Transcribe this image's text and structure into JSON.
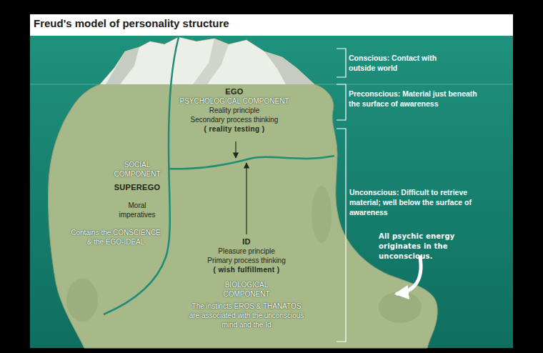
{
  "diagram": {
    "title": "Freud's model of personality structure",
    "nodes": [
      {
        "text": [
          "EGO",
          "PSYCHOLOGICAL COMPONENT",
          "Reality principle",
          "Secondary process thinking",
          "( reality testing )"
        ]
      },
      {
        "text": [
          "SOCIAL COMPONENT",
          "SUPEREGO",
          "Moral imperatives",
          "Contains the CONSCIENCE & the EGO-IDEAL"
        ]
      },
      {
        "text": [
          "ID",
          "Pleasure principle",
          "Primary process thinking",
          "( wish fulfillment )",
          "BIOLOGICAL COMPONENT",
          "The instincts EROS & THANATOS are associated with the unconscious mind and the Id"
        ]
      }
    ],
    "labels": [
      "Conscious: Contact with outside world",
      "Preconscious: Material just beneath the surface of awareness",
      "Unconscious: Difficult to retrieve material; well below the surface of awareness",
      "All psychic energy originates in the unconscious."
    ]
  }
}
